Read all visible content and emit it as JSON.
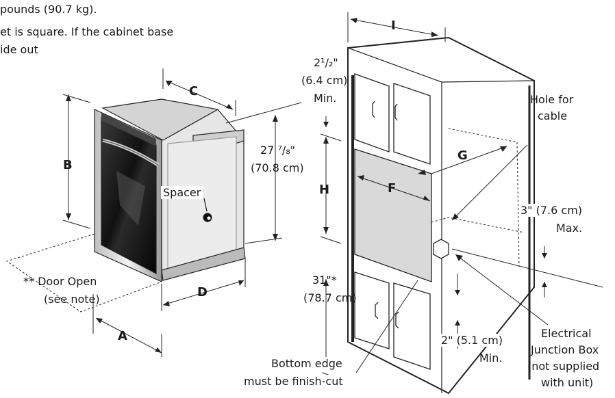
{
  "header_text": {
    "line1": "pounds (90.7 kg).",
    "line2": "et is square. If the cabinet base",
    "line3": "ide out"
  },
  "left_diagram": {
    "dim_labels": {
      "a": "A",
      "b": "B",
      "c": "C",
      "d": "D"
    },
    "height_value": "27 ⁷/₈\"",
    "height_metric": "(70.8 cm)",
    "spacer_label": "Spacer",
    "door_open_line1": "** Door Open",
    "door_open_line2": "(see note)"
  },
  "right_diagram": {
    "dim_labels": {
      "f": "F",
      "g": "G",
      "h": "H",
      "i": "I"
    },
    "top_min_value": "2¹/₂\"",
    "top_min_metric": "(6.4 cm)",
    "top_min_label": "Min.",
    "hole_line1": "Hole for",
    "hole_line2": "cable",
    "box_max_value": "3\" (7.6 cm)",
    "box_max_label": "Max.",
    "bottom_height_value": "31\"*",
    "bottom_height_metric": "(78.7 cm)",
    "bottom_min_value": "2\" (5.1 cm)",
    "bottom_min_label": "Min.",
    "finish_line1": "Bottom edge",
    "finish_line2": "must be finish-cut",
    "junction_line1": "Electrical",
    "junction_line2": "Junction Box",
    "junction_line3": "(not supplied",
    "junction_line4": "with unit)"
  }
}
